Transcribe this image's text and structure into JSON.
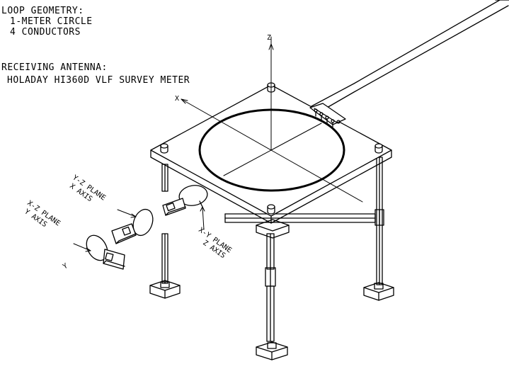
{
  "notes": {
    "loop_heading": "LOOP GEOMETRY:",
    "loop_line1": "1-METER CIRCLE",
    "loop_line2": "4 CONDUCTORS",
    "antenna_heading": "RECEIVING ANTENNA:",
    "antenna_line1": "HOLADAY HI360D VLF SURVEY METER"
  },
  "axes": {
    "z": "Z",
    "x": "X",
    "y": "Y"
  },
  "probe_labels": {
    "yz_plane": "Y-Z PLANE",
    "yz_axis": "X AXIS",
    "xz_plane": "X-Z PLANE",
    "xz_axis": "Y AXIS",
    "xy_plane": "X-Y PLANE",
    "xy_axis": "Z AXIS"
  },
  "colors": {
    "line": "#000000",
    "background": "#ffffff"
  }
}
